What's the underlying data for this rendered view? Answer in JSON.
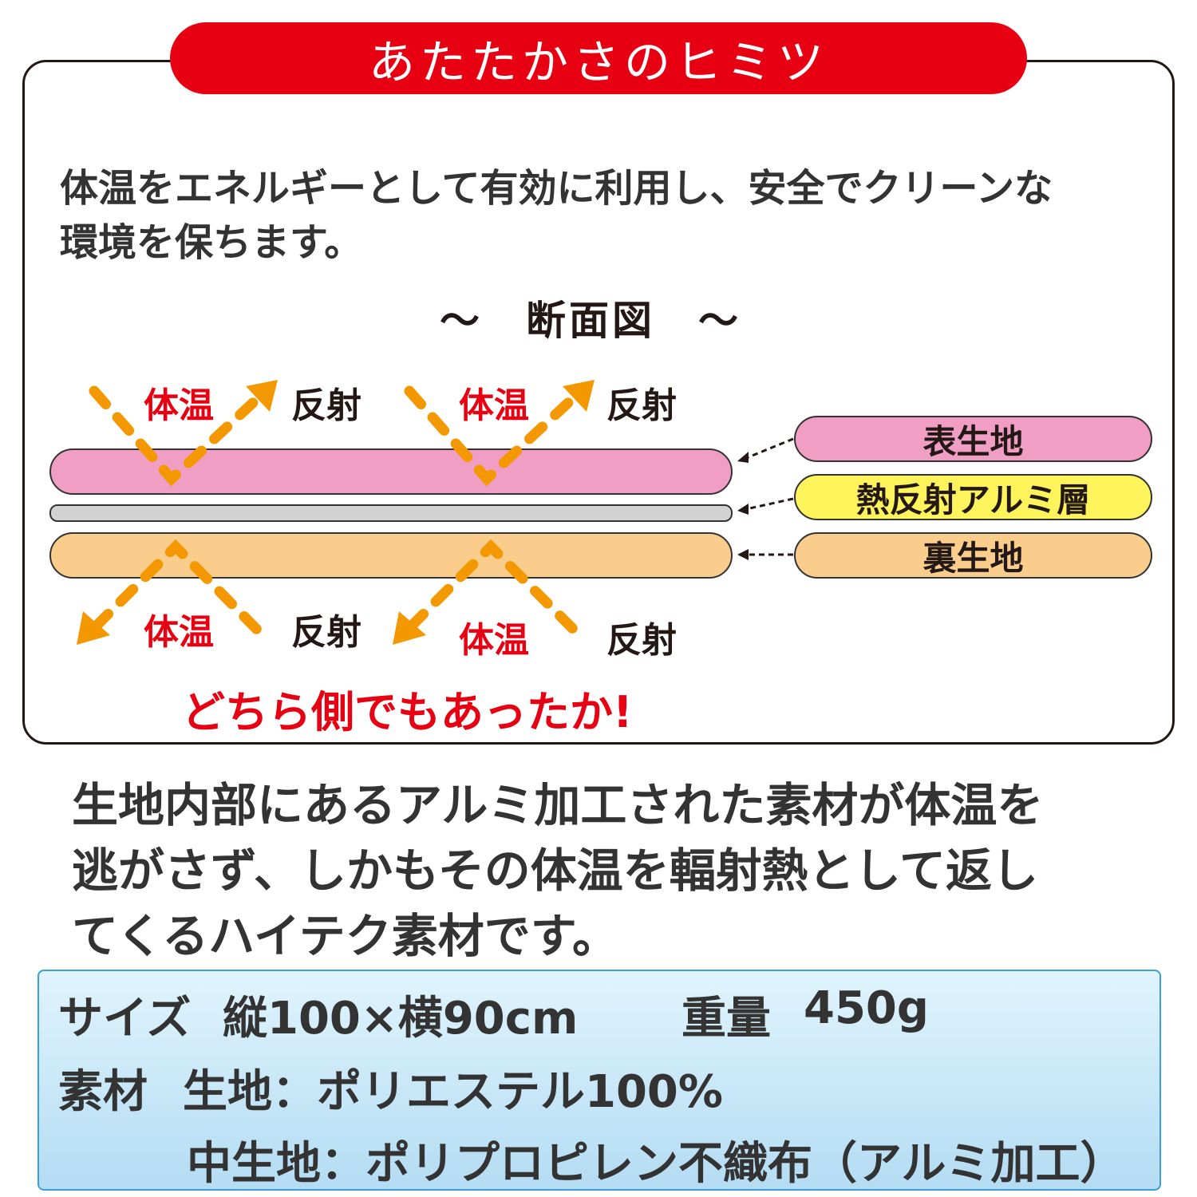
{
  "title": "あたたかさのヒミツ",
  "intro": {
    "line1": "体温をエネルギーとして有効に利用し、安全でクリーンな",
    "line2": "環境を保ちます。"
  },
  "diagram": {
    "title": "～　断面図　～",
    "top_labels": [
      {
        "heat": "体温",
        "reflect": "反射"
      },
      {
        "heat": "体温",
        "reflect": "反射"
      }
    ],
    "bottom_labels": [
      {
        "heat": "体温",
        "reflect": "反射"
      },
      {
        "heat": "体温",
        "reflect": "反射"
      }
    ],
    "layers": [
      {
        "label": "表生地",
        "color": "#f09ec3"
      },
      {
        "label": "熱反射アルミ層",
        "color": "#fff45c",
        "band_color": "#d3d3d3"
      },
      {
        "label": "裏生地",
        "color": "#fbcd8c"
      }
    ],
    "arrow_color": "#f39800",
    "tagline": "どちら側でもあったか!"
  },
  "description": {
    "line1": "生地内部にあるアルミ加工された素材が体温を",
    "line2": "逃がさず、しかもその体温を輻射熱として返し",
    "line3": "てくるハイテク素材です。"
  },
  "spec": {
    "size_label": "サイズ",
    "size_value": "縦100×横90cm",
    "weight_label": "重量",
    "weight_value": "450g",
    "material_label": "素材",
    "outer_fabric": "生地：ポリエステル100%",
    "inner_fabric": "中生地：ポリプロピレン不織布（アルミ加工）"
  }
}
